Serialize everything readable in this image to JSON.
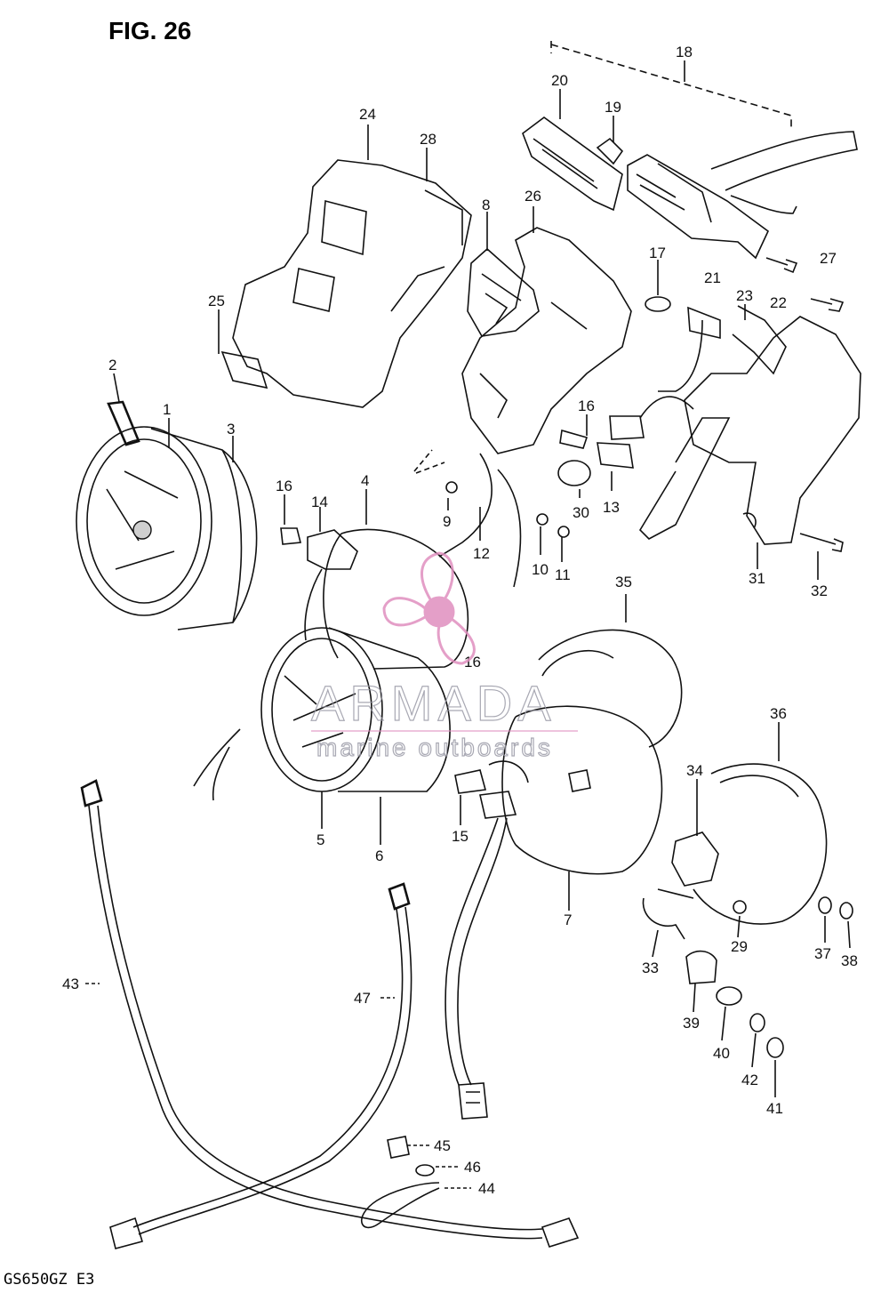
{
  "figure_title": "FIG. 26",
  "model_code": "GS650GZ E3",
  "watermark": {
    "brand": "ARMADA",
    "tagline": "marine outboards",
    "logo_color": "#e08fbf"
  },
  "callouts": [
    "1",
    "2",
    "3",
    "4",
    "5",
    "6",
    "7",
    "8",
    "9",
    "10",
    "11",
    "12",
    "13",
    "14",
    "15",
    "16",
    "16",
    "16",
    "17",
    "18",
    "19",
    "20",
    "21",
    "22",
    "23",
    "24",
    "25",
    "26",
    "27",
    "28",
    "29",
    "30",
    "31",
    "32",
    "33",
    "34",
    "35",
    "36",
    "37",
    "38",
    "39",
    "40",
    "41",
    "42",
    "43",
    "44",
    "45",
    "46",
    "47"
  ]
}
